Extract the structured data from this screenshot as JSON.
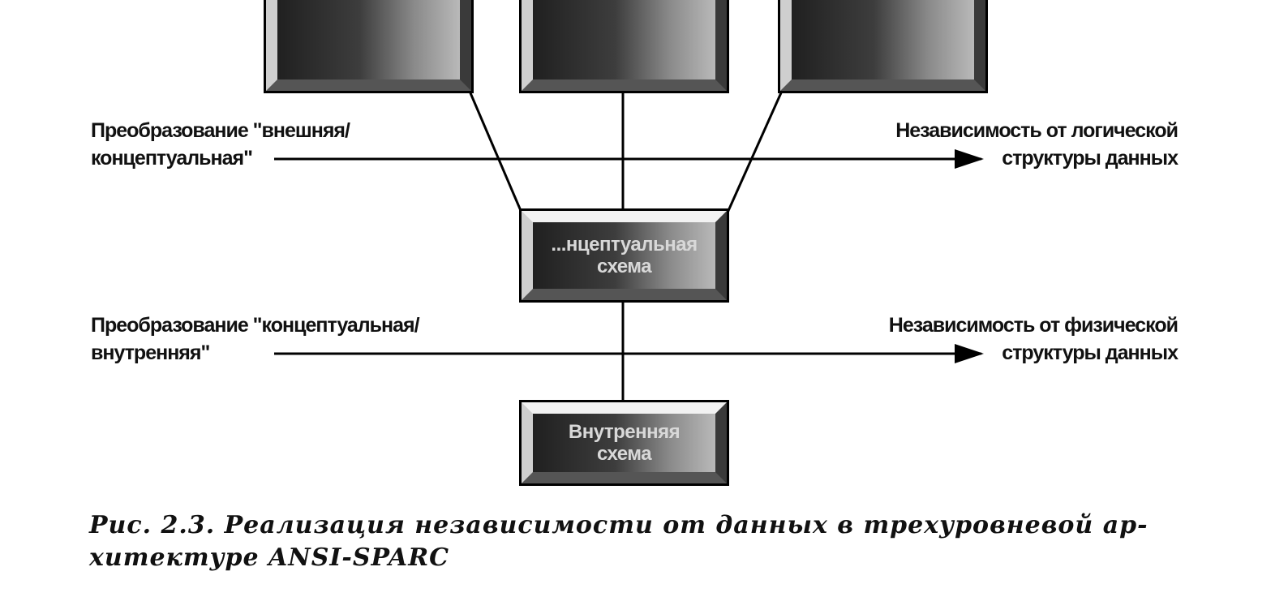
{
  "boxes": {
    "external_1": "",
    "external_2": "",
    "external_3": "",
    "conceptual": "...нцептуальная\nсхема",
    "internal": "Внутренняя\nсхема"
  },
  "mappings": {
    "external_conceptual": {
      "left_line1": "Преобразование \"внешняя/",
      "left_line2": "концептуальная\"",
      "right_line1": "Независимость от логической",
      "right_line2": "структуры данных"
    },
    "conceptual_internal": {
      "left_line1": "Преобразование \"концептуальная/",
      "left_line2": "внутренняя\"",
      "right_line1": "Независимость от физической",
      "right_line2": "структуры данных"
    }
  },
  "caption": {
    "line1": "Рис. 2.3. Реализация независимости от данных в трехуровневой ар-",
    "line2": "хитектуре ANSI-SPARC"
  },
  "colors": {
    "line": "#000000",
    "box_face": "#3d3d3d"
  }
}
